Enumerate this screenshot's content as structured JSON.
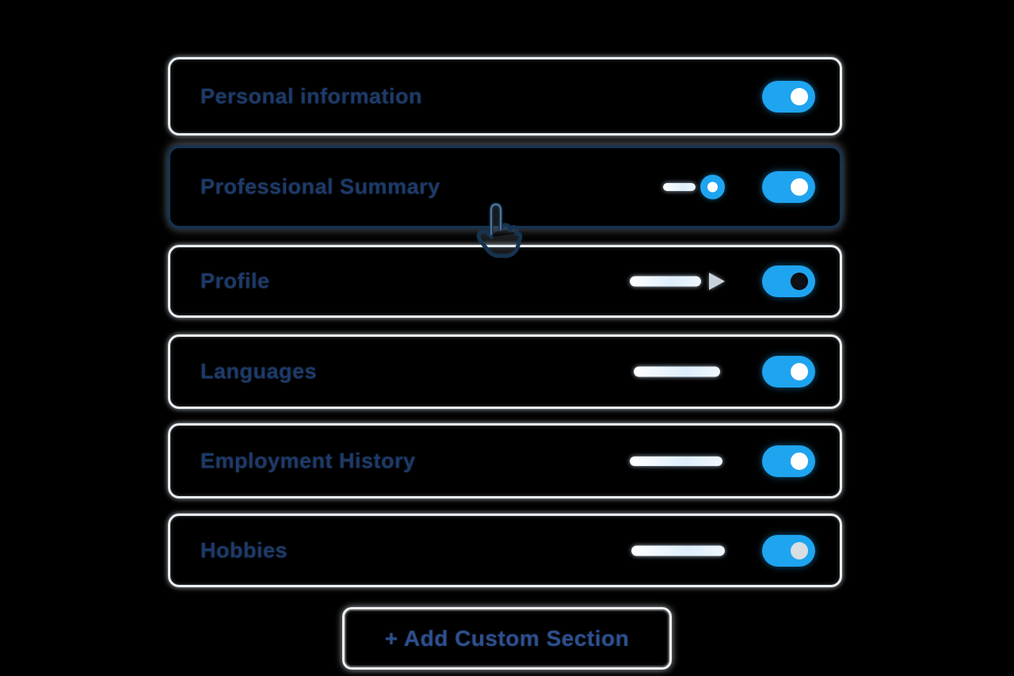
{
  "panel": {
    "background_color": "#000000",
    "accent_blue": "#1fa4f0",
    "text_navy": "#1d3a69",
    "border_light": "#e9eff4",
    "selected_border_navy": "#16334f"
  },
  "sections": [
    {
      "label": "Personal information",
      "enabled": true,
      "selected": false,
      "knob": "light"
    },
    {
      "label": "Professional Summary",
      "enabled": true,
      "selected": true,
      "knob": "light"
    },
    {
      "label": "Profile",
      "enabled": true,
      "selected": false,
      "knob": "dark"
    },
    {
      "label": "Languages",
      "enabled": true,
      "selected": false,
      "knob": "light"
    },
    {
      "label": "Employment History",
      "enabled": true,
      "selected": false,
      "knob": "light"
    },
    {
      "label": "Hobbies",
      "enabled": true,
      "selected": false,
      "knob": "gray"
    }
  ],
  "add_button": {
    "label": "+ Add Custom Section"
  },
  "cursor": {
    "icon": "pointer-hand-icon"
  }
}
